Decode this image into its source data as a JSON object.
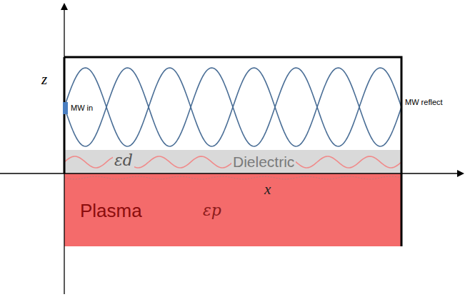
{
  "diagram": {
    "nodes": [
      {
        "text": [
          "εd",
          "Dielectric"
        ]
      },
      {
        "text": [
          "Plasma",
          "εp"
        ]
      }
    ],
    "labels": [
      "z",
      "MW in",
      "MW reflect",
      "x"
    ]
  }
}
